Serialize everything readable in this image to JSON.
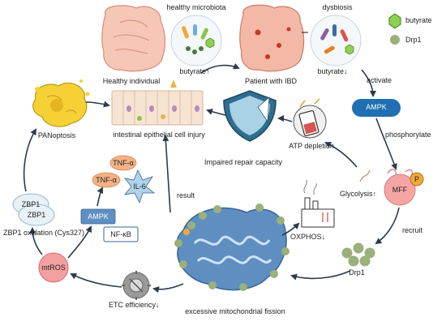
{
  "legend": [
    {
      "label": "butyrate",
      "shape": "hexagon",
      "color": "#8fd14f"
    },
    {
      "label": "Drp1",
      "shape": "circle",
      "color": "#9bb07a"
    }
  ],
  "top": {
    "healthy_microbiota": "healthy microbiota",
    "dysbiosis": "dysbiosis",
    "healthy_individual": "Healthy individual",
    "patient_ibd": "Patient with IBD",
    "butyrate_up": "butyrate↑",
    "butyrate_down": "butyrate↓"
  },
  "pathway": {
    "activate": "activate",
    "ampk": "AMPK",
    "phosphorylate": "phosphorylate",
    "mff": "MFF",
    "p": "P",
    "recruit": "recruit",
    "drp1": "Drp1",
    "mito_fission": "excessive mitochondrial fission"
  },
  "center": {
    "injury": "intestinal epithelial cell injury",
    "repair": "Impaired repair capacity",
    "atp": "ATP depletion",
    "glycolysis": "Glycolysis↑",
    "oxphos": "OXPHOS↓",
    "result": "result"
  },
  "left": {
    "panoptosis": "PANoptosis",
    "zbp1_a": "ZBP1",
    "zbp1_b": "ZBP1",
    "zbp1_ox": "ZBP1 oxidation (Cys327)",
    "mtros": "mtROS",
    "etc": "ETC efficiency↓",
    "ampk": "AMPK",
    "nfkb": "NF-κB",
    "tnf_a": "TNF-α",
    "tnf_b": "TNF-α",
    "il6": "IL-6"
  }
}
